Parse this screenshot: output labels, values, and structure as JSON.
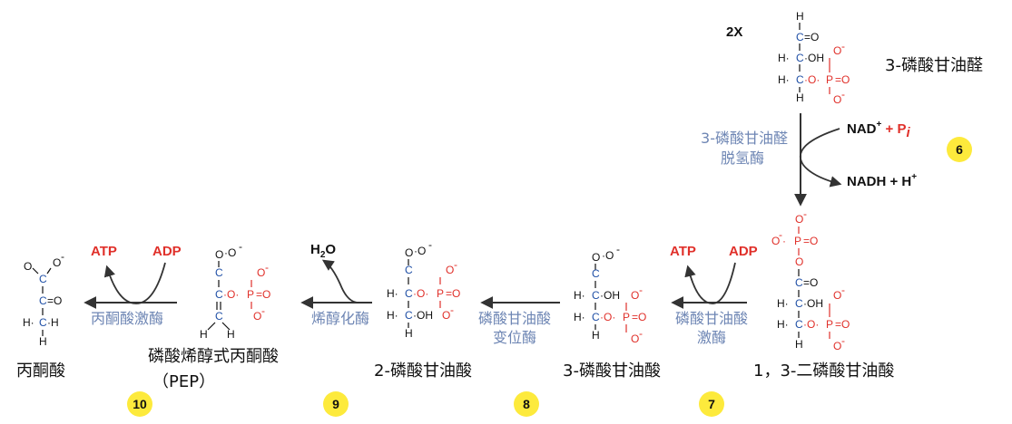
{
  "multiplier": "2X",
  "molecules": {
    "g3p": "3-磷酸甘油醛",
    "bpg13": "1，3-二磷酸甘油酸",
    "pg3": "3-磷酸甘油酸",
    "pg2": "2-磷酸甘油酸",
    "pep_line1": "磷酸烯醇式丙酮酸",
    "pep_line2": "（PEP）",
    "pyruvate": "丙酮酸"
  },
  "enzymes": {
    "gapdh_line1": "3-磷酸甘油醛",
    "gapdh_line2": "脱氢酶",
    "pgk_line1": "磷酸甘油酸",
    "pgk_line2": "激酶",
    "pgm_line1": "磷酸甘油酸",
    "pgm_line2": "变位酶",
    "enolase": "烯醇化酶",
    "pk": "丙酮酸激酶"
  },
  "cofactors": {
    "nad": "NAD",
    "nad_sup": "+",
    "pi": " + P",
    "pi_sub": "i",
    "nadh": "NADH + H",
    "nadh_sup": "+",
    "atp": "ATP",
    "adp": "ADP",
    "h2o": "H",
    "h2o_sub": "2",
    "h2o_o": "O"
  },
  "steps": [
    "6",
    "7",
    "8",
    "9",
    "10"
  ],
  "colors": {
    "carbon": "#1f4fa6",
    "phosphate": "#e0302a",
    "enzyme": "#6e86b4",
    "badge": "#fdea3c",
    "arrow": "#333333"
  }
}
